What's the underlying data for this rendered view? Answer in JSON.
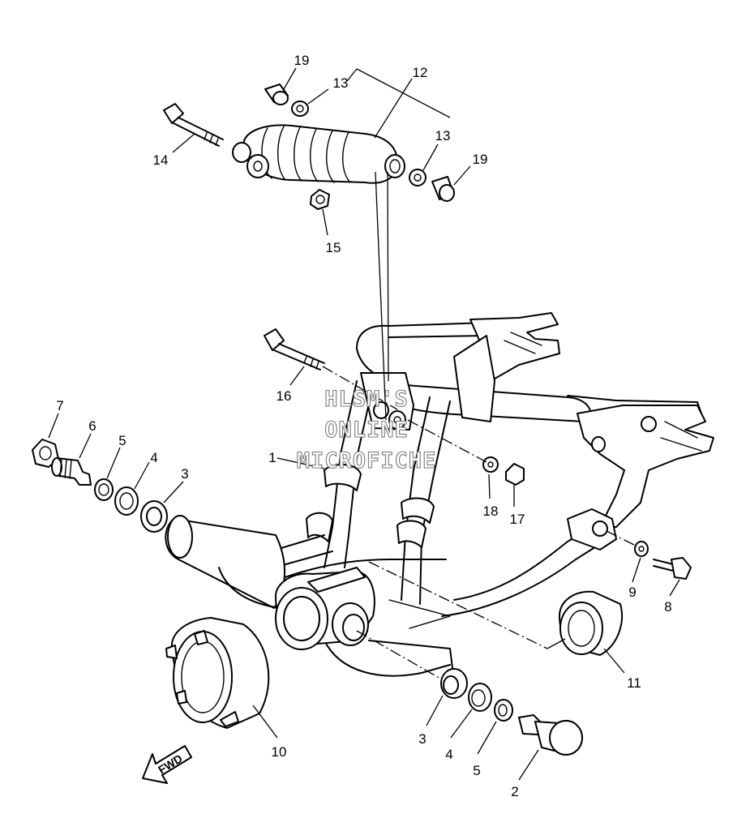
{
  "callouts": [
    {
      "id": "19a",
      "label": "19"
    },
    {
      "id": "13a",
      "label": "13"
    },
    {
      "id": "12",
      "label": "12"
    },
    {
      "id": "13b",
      "label": "13"
    },
    {
      "id": "19b",
      "label": "19"
    },
    {
      "id": "14",
      "label": "14"
    },
    {
      "id": "15",
      "label": "15"
    },
    {
      "id": "16",
      "label": "16"
    },
    {
      "id": "7",
      "label": "7"
    },
    {
      "id": "6",
      "label": "6"
    },
    {
      "id": "5a",
      "label": "5"
    },
    {
      "id": "4a",
      "label": "4"
    },
    {
      "id": "3a",
      "label": "3"
    },
    {
      "id": "1",
      "label": "1"
    },
    {
      "id": "18",
      "label": "18"
    },
    {
      "id": "17",
      "label": "17"
    },
    {
      "id": "9",
      "label": "9"
    },
    {
      "id": "8",
      "label": "8"
    },
    {
      "id": "11",
      "label": "11"
    },
    {
      "id": "10",
      "label": "10"
    },
    {
      "id": "3b",
      "label": "3"
    },
    {
      "id": "4b",
      "label": "4"
    },
    {
      "id": "5b",
      "label": "5"
    },
    {
      "id": "2",
      "label": "2"
    }
  ],
  "watermark": {
    "line1": "HLSM'S",
    "line2": "ONLINE",
    "line3": "MICROFICHE"
  },
  "direction_arrow": {
    "label": "FWD",
    "icon": "fwd-arrow-icon"
  }
}
